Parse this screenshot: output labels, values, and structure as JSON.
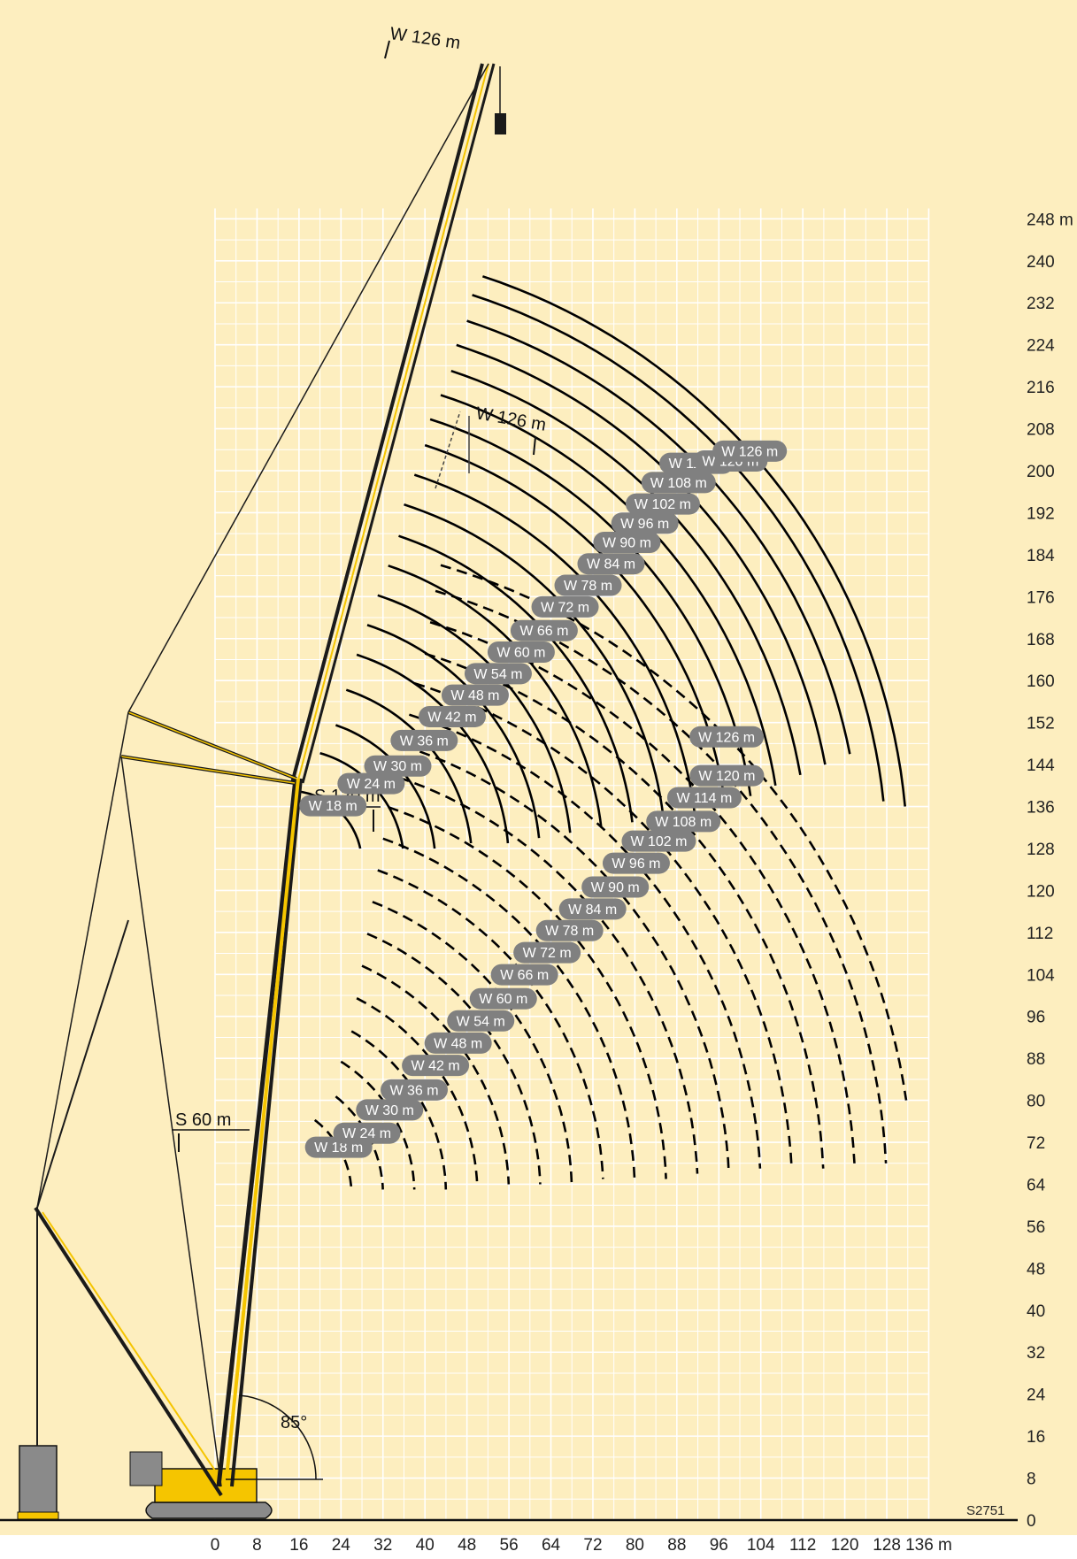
{
  "figure_code": "S2751",
  "x_axis": {
    "ticks": [
      "0",
      "8",
      "16",
      "24",
      "32",
      "40",
      "48",
      "56",
      "64",
      "72",
      "80",
      "88",
      "96",
      "104",
      "112",
      "120",
      "128",
      "136 m"
    ],
    "values": [
      0,
      8,
      16,
      24,
      32,
      40,
      48,
      56,
      64,
      72,
      80,
      88,
      96,
      104,
      112,
      120,
      128,
      136
    ]
  },
  "y_axis": {
    "ticks": [
      "0",
      "8",
      "16",
      "24",
      "32",
      "40",
      "48",
      "56",
      "64",
      "72",
      "80",
      "88",
      "96",
      "104",
      "112",
      "120",
      "128",
      "136",
      "144",
      "152",
      "160",
      "168",
      "176",
      "184",
      "192",
      "200",
      "208",
      "216",
      "224",
      "232",
      "240",
      "248 m"
    ],
    "values": [
      0,
      8,
      16,
      24,
      32,
      40,
      48,
      56,
      64,
      72,
      80,
      88,
      96,
      104,
      112,
      120,
      128,
      136,
      144,
      152,
      160,
      168,
      176,
      184,
      192,
      200,
      208,
      216,
      224,
      232,
      240,
      248
    ]
  },
  "annotations": {
    "main_boom_top": "W 126 m",
    "luffing_jib_mid": "W 126 m",
    "main_boom_length": "S 120 m",
    "main_boom_short": "S 60 m",
    "boom_angle": "85°"
  },
  "colors": {
    "background": "#fdeebf",
    "grid": "#ffffff",
    "label_pill": "#808080",
    "crane": "#f5c500",
    "boom_lattice": "#1a1a1a",
    "counterweight": "#8a8a8a"
  },
  "chart_data": {
    "type": "line",
    "groups": [
      {
        "boom": "S 120 m",
        "line_style": "solid",
        "series": [
          {
            "name": "W 18 m",
            "radius_range": [
              15,
              28
            ],
            "end_height": 128
          },
          {
            "name": "W 24 m",
            "radius_range": [
              20,
              36
            ],
            "end_height": 128
          },
          {
            "name": "W 30 m",
            "radius_range": [
              23,
              42
            ],
            "end_height": 128
          },
          {
            "name": "W 36 m",
            "radius_range": [
              25,
              49
            ],
            "end_height": 129
          },
          {
            "name": "W 42 m",
            "radius_range": [
              27,
              56
            ],
            "end_height": 129
          },
          {
            "name": "W 48 m",
            "radius_range": [
              29,
              62
            ],
            "end_height": 130
          },
          {
            "name": "W 54 m",
            "radius_range": [
              31,
              68
            ],
            "end_height": 131
          },
          {
            "name": "W 60 m",
            "radius_range": [
              33,
              74
            ],
            "end_height": 132
          },
          {
            "name": "W 66 m",
            "radius_range": [
              35,
              80
            ],
            "end_height": 133
          },
          {
            "name": "W 72 m",
            "radius_range": [
              36,
              86
            ],
            "end_height": 134
          },
          {
            "name": "W 78 m",
            "radius_range": [
              38,
              92
            ],
            "end_height": 135
          },
          {
            "name": "W 84 m",
            "radius_range": [
              40,
              98
            ],
            "end_height": 136
          },
          {
            "name": "W 90 m",
            "radius_range": [
              41,
              103
            ],
            "end_height": 138
          },
          {
            "name": "W 96 m",
            "radius_range": [
              43,
              108
            ],
            "end_height": 140
          },
          {
            "name": "W 102 m",
            "radius_range": [
              45,
              113
            ],
            "end_height": 142
          },
          {
            "name": "W 108 m",
            "radius_range": [
              46,
              118
            ],
            "end_height": 144
          },
          {
            "name": "W 114 m",
            "radius_range": [
              48,
              123
            ],
            "end_height": 146
          },
          {
            "name": "W 120 m",
            "radius_range": [
              49,
              128
            ],
            "end_height": 137
          },
          {
            "name": "W 126 m",
            "radius_range": [
              51,
              132
            ],
            "end_height": 136
          }
        ]
      },
      {
        "boom": "S 60 m",
        "line_style": "dashed",
        "series": [
          {
            "name": "W 18 m",
            "radius_range": [
              19,
              26
            ],
            "end_height": 63
          },
          {
            "name": "W 24 m",
            "radius_range": [
              23,
              32
            ],
            "end_height": 63
          },
          {
            "name": "W 30 m",
            "radius_range": [
              24,
              38
            ],
            "end_height": 63
          },
          {
            "name": "W 36 m",
            "radius_range": [
              26,
              44
            ],
            "end_height": 63
          },
          {
            "name": "W 42 m",
            "radius_range": [
              27,
              50
            ],
            "end_height": 64
          },
          {
            "name": "W 48 m",
            "radius_range": [
              28,
              56
            ],
            "end_height": 64
          },
          {
            "name": "W 54 m",
            "radius_range": [
              29,
              62
            ],
            "end_height": 64
          },
          {
            "name": "W 60 m",
            "radius_range": [
              30,
              68
            ],
            "end_height": 64
          },
          {
            "name": "W 66 m",
            "radius_range": [
              31,
              74
            ],
            "end_height": 65
          },
          {
            "name": "W 72 m",
            "radius_range": [
              32,
              80
            ],
            "end_height": 65
          },
          {
            "name": "W 78 m",
            "radius_range": [
              33,
              86
            ],
            "end_height": 65
          },
          {
            "name": "W 84 m",
            "radius_range": [
              35,
              92
            ],
            "end_height": 66
          },
          {
            "name": "W 90 m",
            "radius_range": [
              36,
              98
            ],
            "end_height": 66
          },
          {
            "name": "W 96 m",
            "radius_range": [
              37,
              104
            ],
            "end_height": 67
          },
          {
            "name": "W 102 m",
            "radius_range": [
              38,
              110
            ],
            "end_height": 67
          },
          {
            "name": "W 108 m",
            "radius_range": [
              40,
              116
            ],
            "end_height": 67
          },
          {
            "name": "W 114 m",
            "radius_range": [
              41,
              122
            ],
            "end_height": 68
          },
          {
            "name": "W 120 m",
            "radius_range": [
              42,
              128
            ],
            "end_height": 68
          },
          {
            "name": "W 126 m",
            "radius_range": [
              43,
              133
            ],
            "end_height": 80
          }
        ]
      }
    ]
  }
}
